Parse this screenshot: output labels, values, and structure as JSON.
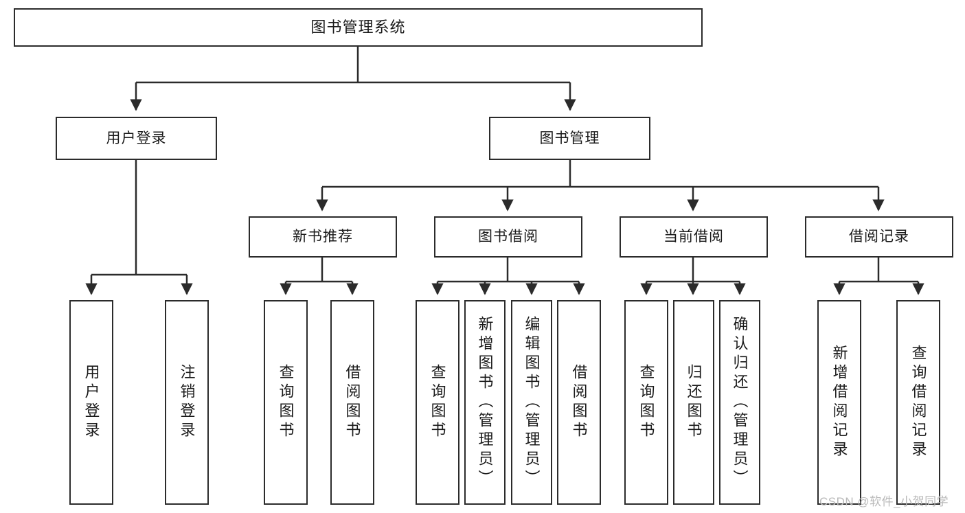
{
  "diagram": {
    "type": "tree",
    "title": "图书管理系统",
    "orientation": "top-down",
    "colors": {
      "box_border": "#2b2b2b",
      "box_fill": "#ffffff",
      "connector": "#2b2b2b",
      "text": "#1a1a1a",
      "watermark": "#b9b9b9"
    },
    "root": {
      "label": "图书管理系统"
    },
    "level2": [
      {
        "label": "用户登录"
      },
      {
        "label": "图书管理"
      }
    ],
    "level3": [
      {
        "label": "新书推荐"
      },
      {
        "label": "图书借阅"
      },
      {
        "label": "当前借阅"
      },
      {
        "label": "借阅记录"
      }
    ],
    "leaves": {
      "user_login": [
        {
          "label": "用户登录"
        },
        {
          "label": "注销登录"
        }
      ],
      "new_book_recommend": [
        {
          "label": "查询图书"
        },
        {
          "label": "借阅图书"
        }
      ],
      "book_borrow": [
        {
          "label": "查询图书"
        },
        {
          "label": "新增图书（管理员）"
        },
        {
          "label": "编辑图书（管理员）"
        },
        {
          "label": "借阅图书"
        }
      ],
      "current_borrow": [
        {
          "label": "查询图书"
        },
        {
          "label": "归还图书"
        },
        {
          "label": "确认归还（管理员）"
        }
      ],
      "borrow_records": [
        {
          "label": "新增借阅记录"
        },
        {
          "label": "查询借阅记录"
        }
      ]
    }
  },
  "watermark": {
    "text": "CSDN @软件_小贺同学"
  }
}
